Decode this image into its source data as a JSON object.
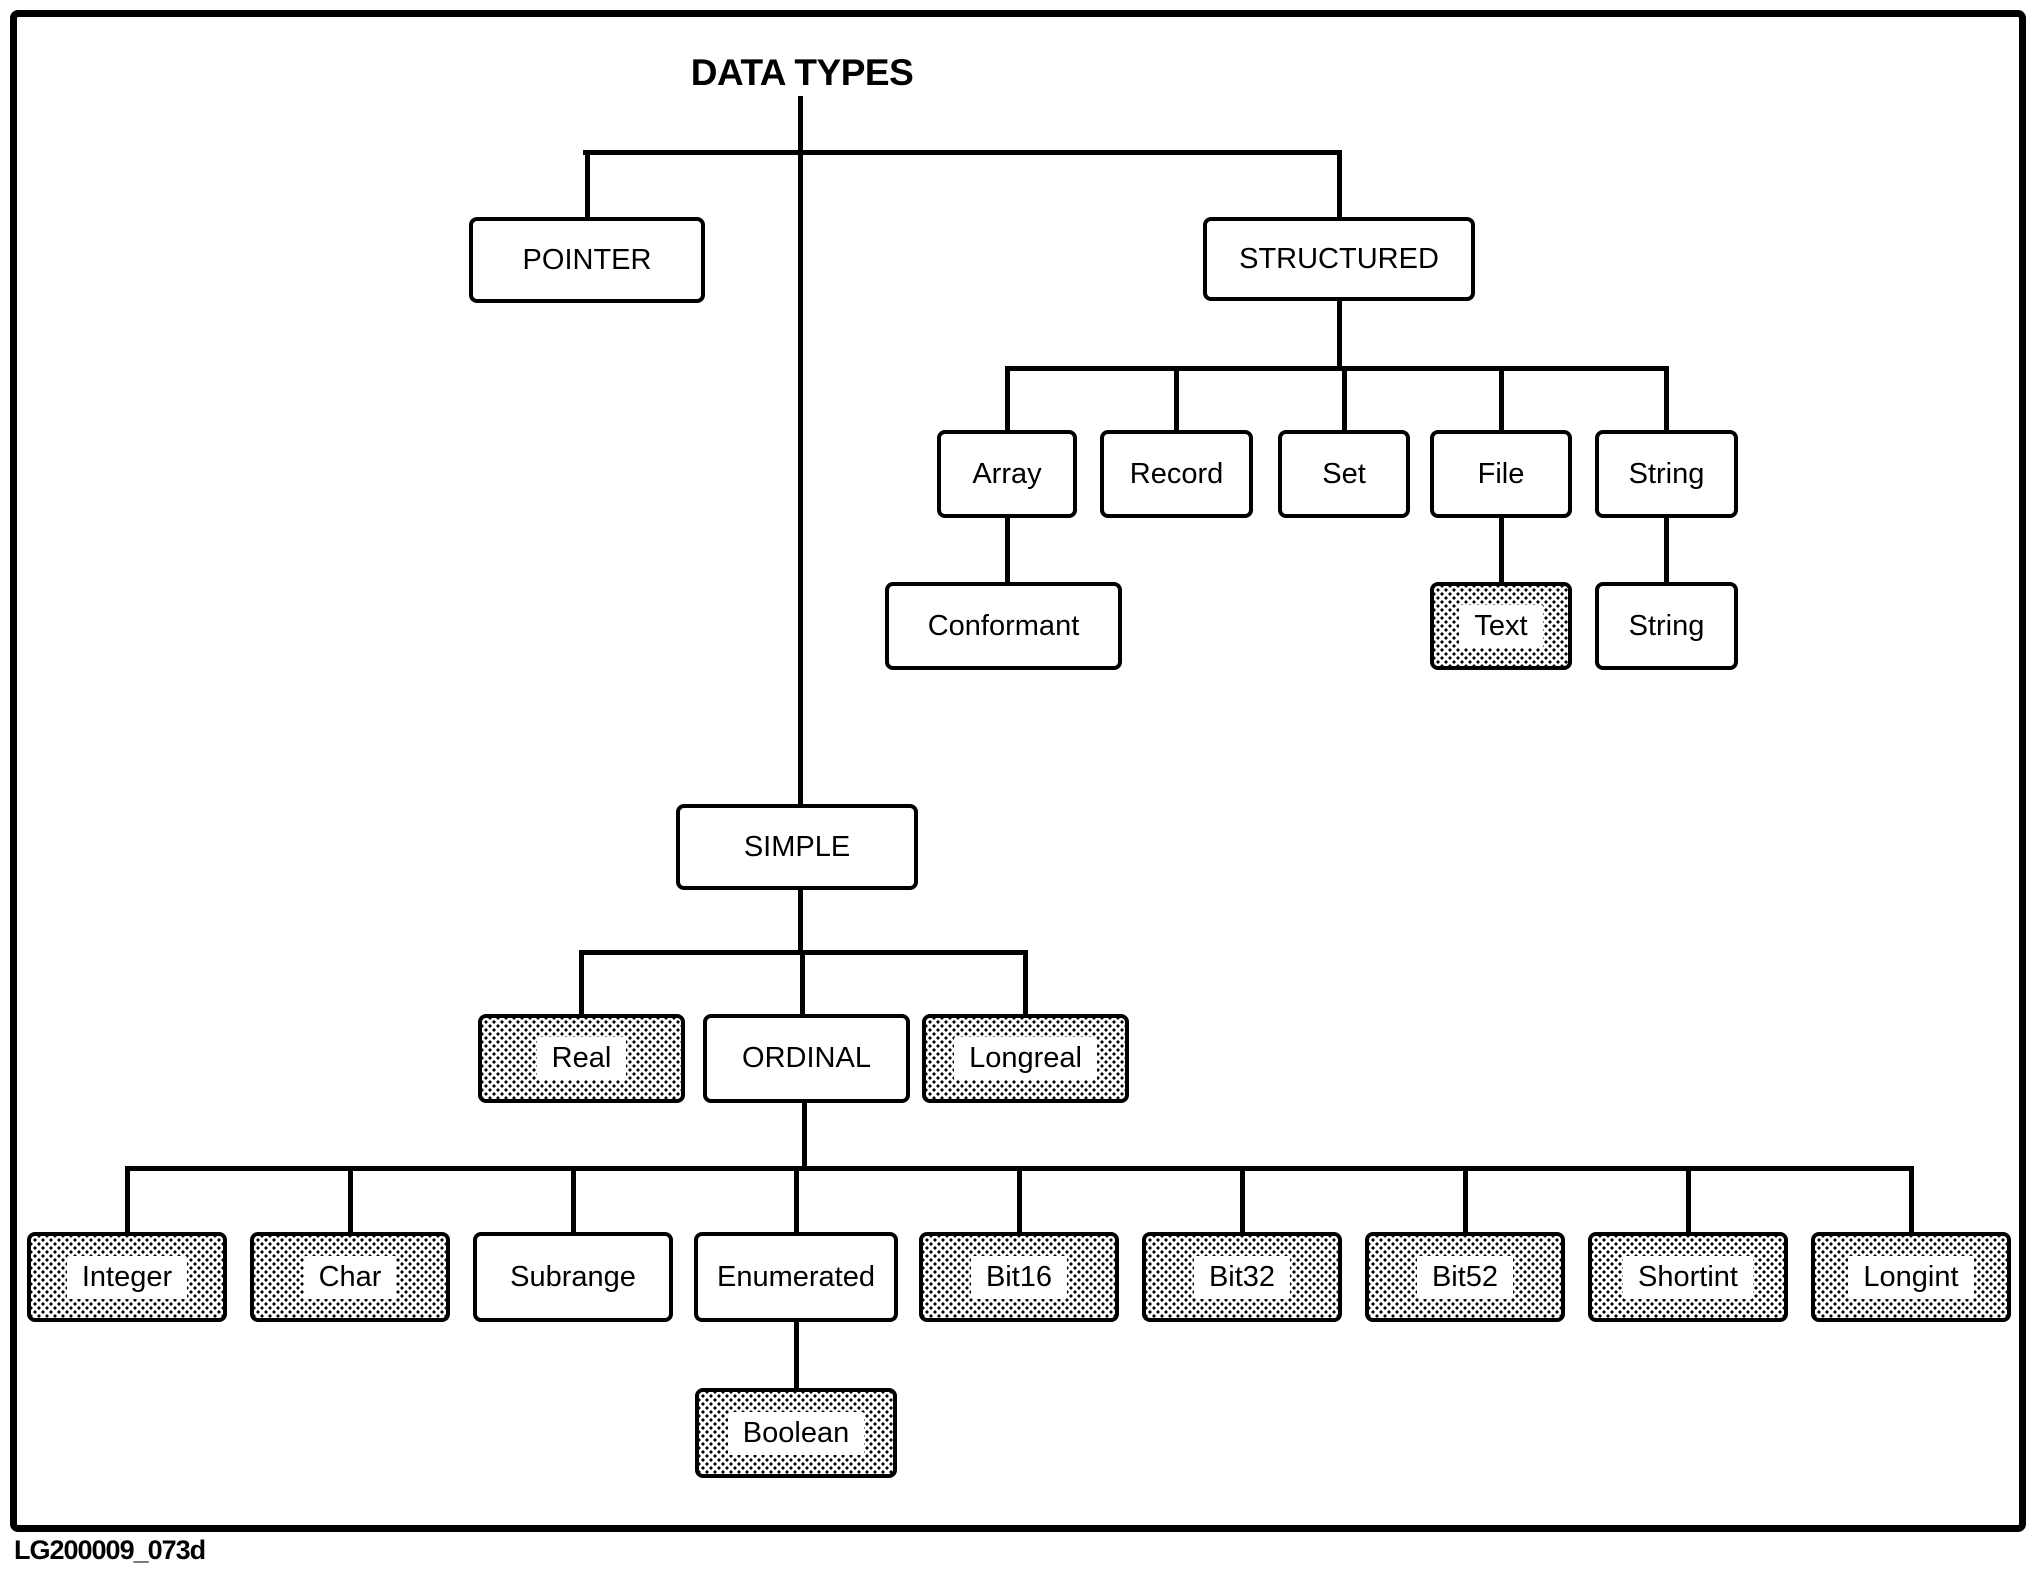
{
  "title": "DATA TYPES",
  "figure_id": "LG200009_073d",
  "colors": {
    "line": "#000000",
    "background": "#ffffff"
  },
  "nodes": {
    "pointer": {
      "label": "POINTER",
      "shaded": false
    },
    "structured": {
      "label": "STRUCTURED",
      "shaded": false
    },
    "array": {
      "label": "Array",
      "shaded": false
    },
    "record": {
      "label": "Record",
      "shaded": false
    },
    "set": {
      "label": "Set",
      "shaded": false
    },
    "file": {
      "label": "File",
      "shaded": false
    },
    "string": {
      "label": "String",
      "shaded": false
    },
    "conformant": {
      "label": "Conformant",
      "shaded": false
    },
    "text": {
      "label": "Text",
      "shaded": true
    },
    "string2": {
      "label": "String",
      "shaded": false
    },
    "simple": {
      "label": "SIMPLE",
      "shaded": false
    },
    "real": {
      "label": "Real",
      "shaded": true
    },
    "ordinal": {
      "label": "ORDINAL",
      "shaded": false
    },
    "longreal": {
      "label": "Longreal",
      "shaded": true
    },
    "integer": {
      "label": "Integer",
      "shaded": true
    },
    "char": {
      "label": "Char",
      "shaded": true
    },
    "subrange": {
      "label": "Subrange",
      "shaded": false
    },
    "enumerated": {
      "label": "Enumerated",
      "shaded": false
    },
    "bit16": {
      "label": "Bit16",
      "shaded": true
    },
    "bit32": {
      "label": "Bit32",
      "shaded": true
    },
    "bit52": {
      "label": "Bit52",
      "shaded": true
    },
    "shortint": {
      "label": "Shortint",
      "shaded": true
    },
    "longint": {
      "label": "Longint",
      "shaded": true
    },
    "boolean": {
      "label": "Boolean",
      "shaded": true
    }
  },
  "hierarchy": {
    "DATA TYPES": [
      "POINTER",
      "STRUCTURED",
      "SIMPLE"
    ],
    "STRUCTURED": [
      "Array",
      "Record",
      "Set",
      "File",
      "String"
    ],
    "Array": [
      "Conformant"
    ],
    "File": [
      "Text"
    ],
    "String": [
      "String"
    ],
    "SIMPLE": [
      "Real",
      "ORDINAL",
      "Longreal"
    ],
    "ORDINAL": [
      "Integer",
      "Char",
      "Subrange",
      "Enumerated",
      "Bit16",
      "Bit32",
      "Bit52",
      "Shortint",
      "Longint"
    ],
    "Enumerated": [
      "Boolean"
    ]
  }
}
